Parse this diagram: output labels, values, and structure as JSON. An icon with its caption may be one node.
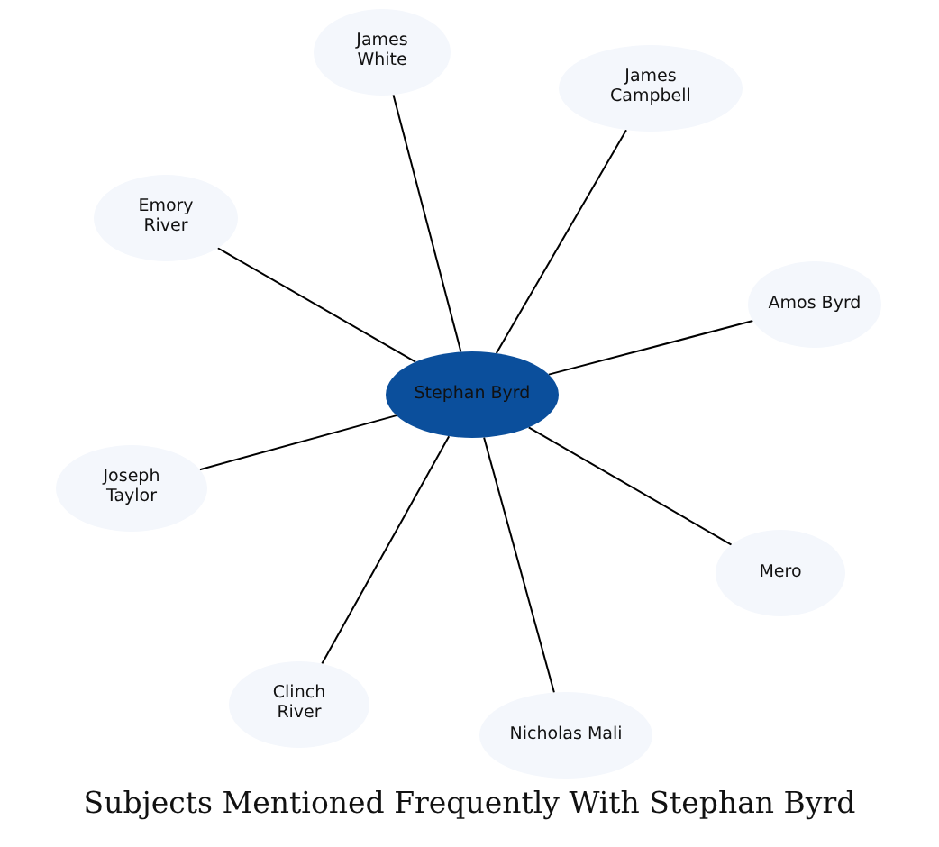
{
  "diagram": {
    "caption": "Subjects Mentioned Frequently With Stephan Byrd",
    "nodes": [
      {
        "text": [
          "Stephan Byrd"
        ]
      },
      {
        "text": [
          "James White"
        ]
      },
      {
        "text": [
          "James Campbell"
        ]
      },
      {
        "text": [
          "Emory River"
        ]
      },
      {
        "text": [
          "Amos Byrd"
        ]
      },
      {
        "text": [
          "Joseph Taylor"
        ]
      },
      {
        "text": [
          "Mero"
        ]
      },
      {
        "text": [
          "Clinch River"
        ]
      },
      {
        "text": [
          "Nicholas Mali"
        ]
      }
    ],
    "edges": [
      {
        "from": 0,
        "to": 1,
        "arrow": "none"
      },
      {
        "from": 0,
        "to": 2,
        "arrow": "none"
      },
      {
        "from": 0,
        "to": 3,
        "arrow": "none"
      },
      {
        "from": 0,
        "to": 4,
        "arrow": "none"
      },
      {
        "from": 0,
        "to": 5,
        "arrow": "none"
      },
      {
        "from": 0,
        "to": 6,
        "arrow": "none"
      },
      {
        "from": 0,
        "to": 7,
        "arrow": "none"
      },
      {
        "from": 0,
        "to": 8,
        "arrow": "none"
      }
    ]
  }
}
